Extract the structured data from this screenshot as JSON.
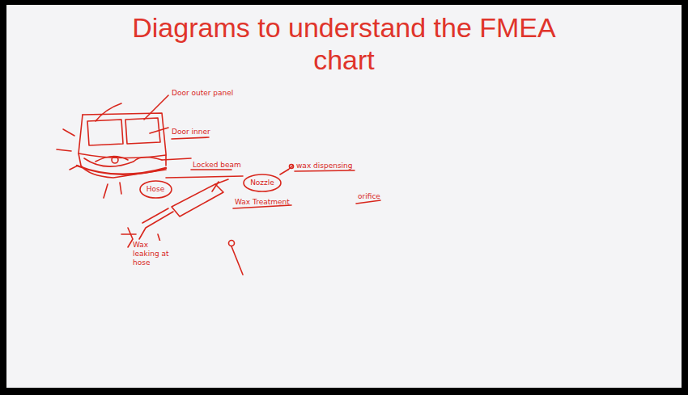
{
  "diagram": {
    "title": "Diagrams to understand the FMEA chart",
    "nodes": [
      {
        "text": [
          "Hose"
        ]
      },
      {
        "text": [
          "Nozzle"
        ]
      }
    ],
    "labels": [
      "Door outer panel",
      "Door inner",
      "Locked beam",
      "wax dispensing",
      "Wax Treatment",
      "orifice",
      "Wax leaking at hose"
    ]
  }
}
